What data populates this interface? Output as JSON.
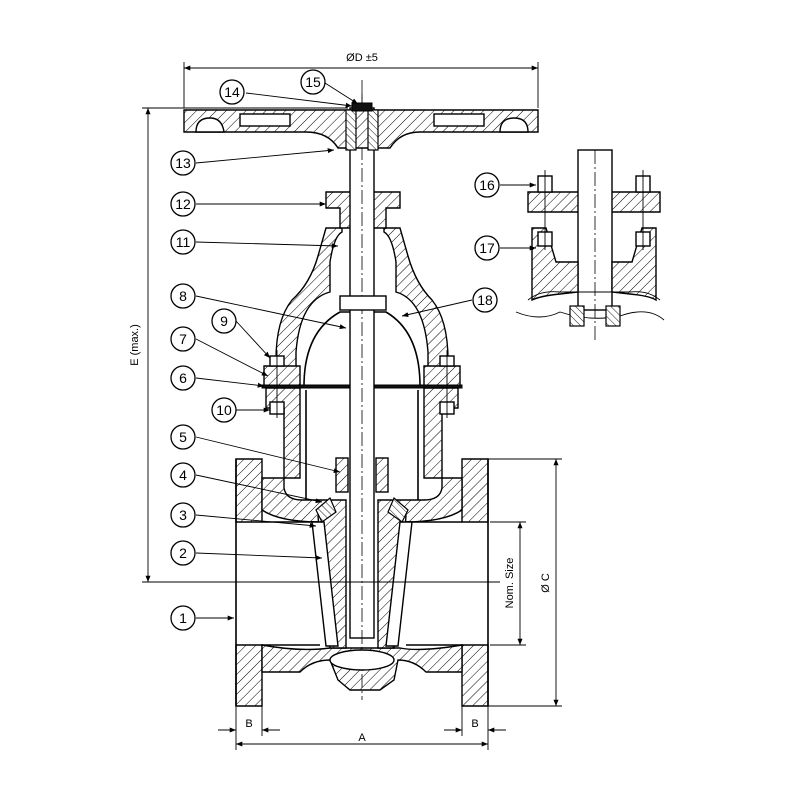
{
  "dimensions": {
    "handwheel_diameter": "ØD ±5",
    "height": "E (max.)",
    "nominal_size": "Nom. Size",
    "flange_diameter": "Ø C",
    "face_to_face": "A",
    "flange_thickness_left": "B",
    "flange_thickness_right": "B"
  },
  "callouts": [
    "1",
    "2",
    "3",
    "4",
    "5",
    "6",
    "7",
    "8",
    "9",
    "10",
    "11",
    "12",
    "13",
    "14",
    "15",
    "16",
    "17",
    "18"
  ],
  "colors": {
    "line": "#000000",
    "background": "#ffffff"
  }
}
